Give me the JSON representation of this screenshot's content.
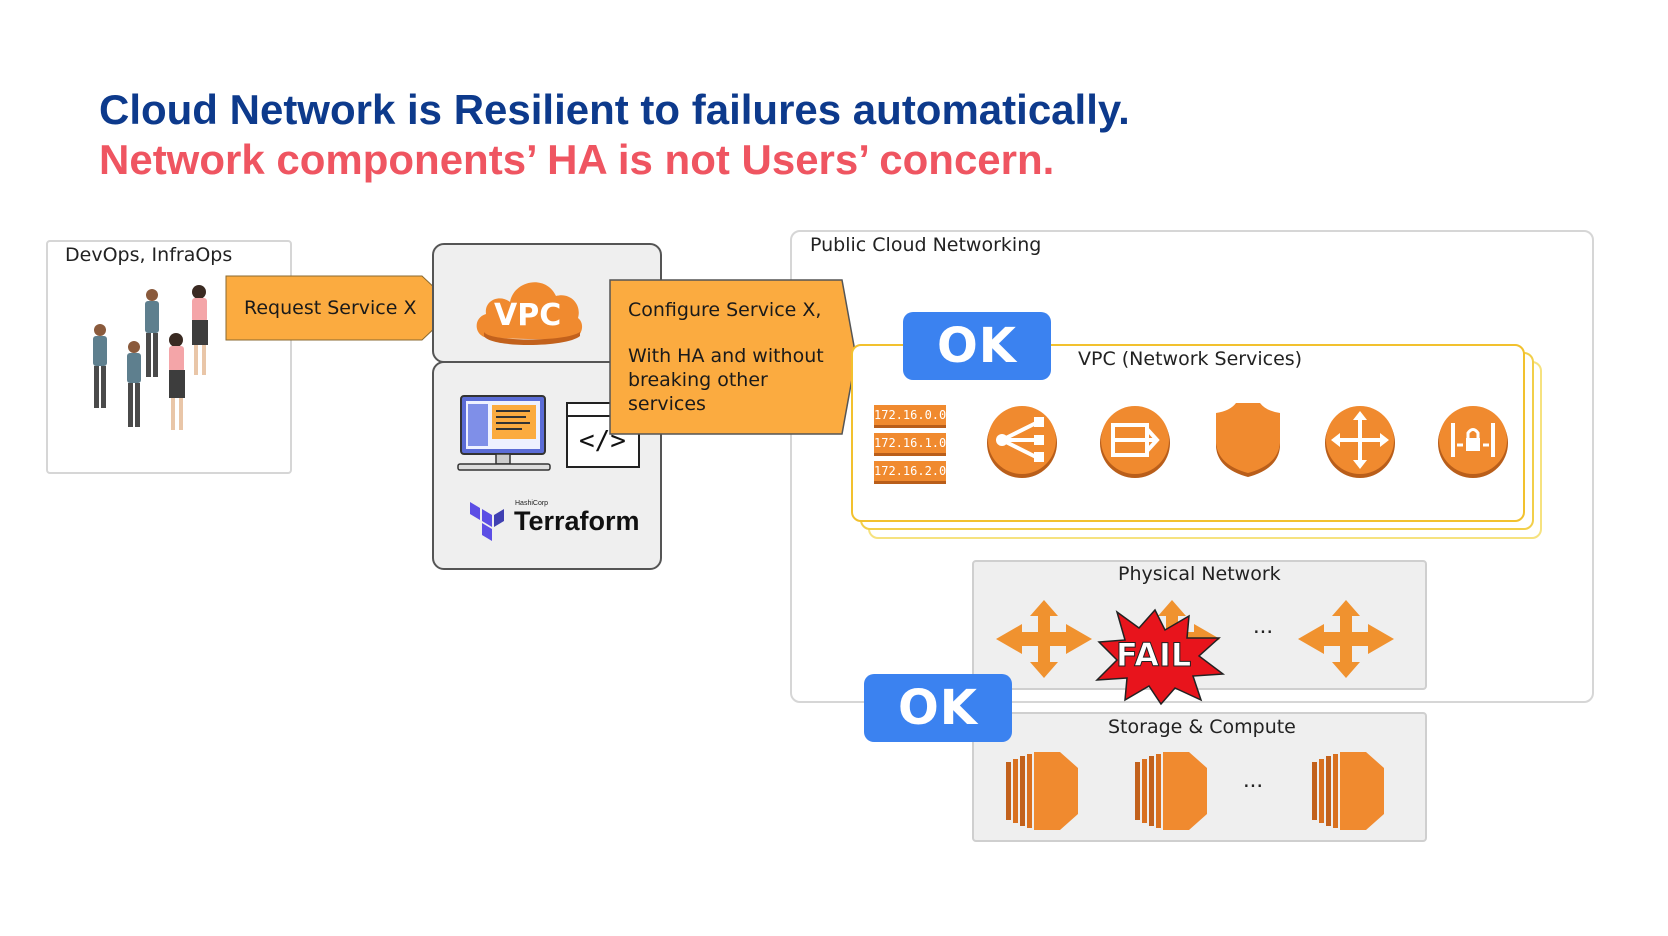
{
  "title": {
    "line1": "Cloud Network is Resilient to failures automatically.",
    "line2": "Network components’ HA is not Users’ concern."
  },
  "users": {
    "label": "DevOps, InfraOps"
  },
  "arrows": {
    "request": "Request Service X",
    "configure_line1": "Configure Service X,",
    "configure_line2": "With HA and without breaking other services"
  },
  "tooling": {
    "vpc_logo": "VPC",
    "code_icon": "</>",
    "terraform_brand": "HashiCorp",
    "terraform": "Terraform"
  },
  "cloud": {
    "title": "Public Cloud Networking",
    "vpc_label": "VPC (Network Services)",
    "vpc_status": "OK",
    "subnets": [
      "172.16.0.0",
      "172.16.1.0",
      "172.16.2.0"
    ],
    "service_icons": [
      "load-balancer-icon",
      "router-icon",
      "firewall-shield-icon",
      "gateway-icon",
      "vpn-gateway-icon"
    ],
    "physical_label": "Physical Network",
    "physical_ellipsis": "...",
    "fail_label": "FAIL",
    "storage_label": "Storage & Compute",
    "storage_status": "OK",
    "storage_ellipsis": "..."
  },
  "colors": {
    "title_blue": "#0d3a8c",
    "title_red": "#ef5561",
    "aws_orange": "#f08a2f",
    "arrow_fill": "#fbab40",
    "ok_blue": "#3b82f0",
    "fail_red": "#e8141c",
    "vpc_border": "#f2c12e"
  }
}
